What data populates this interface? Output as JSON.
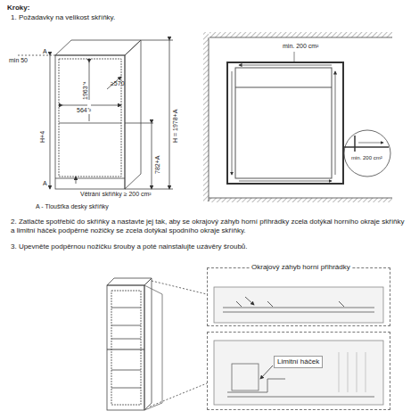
{
  "diagram": {
    "title": "Kroky:",
    "nodes": [
      {
        "text": [
          "Okrajový záhyb horní přihrádky"
        ]
      },
      {
        "text": [
          "Limitní háček"
        ]
      }
    ],
    "labels": [
      "1. Požadavky na velikost skříňky.",
      "min 50",
      "≥570",
      "564⁺²",
      "H+4",
      "1963⁺⁴",
      "H = 1978+A",
      "782+A",
      "A",
      "A",
      "Větrání skříňky ≥ 200 cm²",
      "A - Tloušťka desky skříňky",
      "min. 200 cm²",
      "min. 200 cm²",
      "2. Zatlačte spotřebič do skříňky a nastavte jej tak, aby se okrajový záhyb horní přihrádky zcela dotýkal horního okraje skříňky a limitní háček podpěrné nožičky se zcela dotýkal spodního okraje skříňky.",
      "3. Upevněte podpěrnou nožičku šrouby a poté nainstalujte uzávěry šroubů."
    ]
  }
}
